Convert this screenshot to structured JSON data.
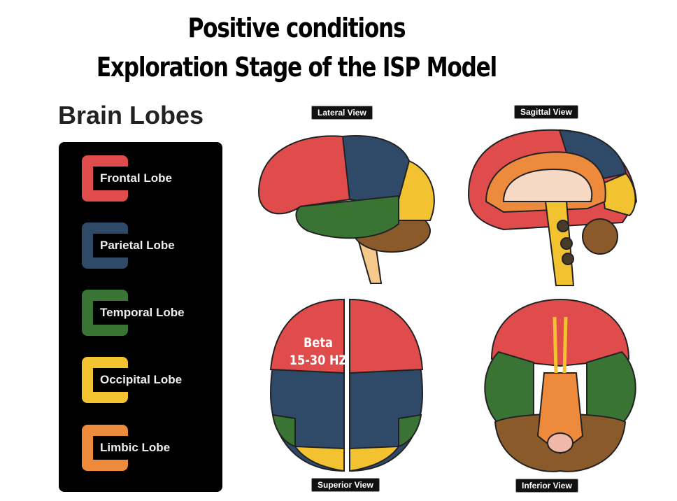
{
  "title": {
    "line1": "Positive conditions",
    "line2": "Exploration Stage of the ISP Model"
  },
  "legend": {
    "heading": "Brain Lobes",
    "items": [
      {
        "label": "Frontal Lobe",
        "color": "#e04b4b"
      },
      {
        "label": "Parietal Lobe",
        "color": "#2f4a68"
      },
      {
        "label": "Temporal Lobe",
        "color": "#3a7435"
      },
      {
        "label": "Occipital Lobe",
        "color": "#f2c231"
      },
      {
        "label": "Limbic Lobe",
        "color": "#ee8a3c"
      }
    ]
  },
  "views": {
    "lateral": "Lateral View",
    "sagittal": "Sagittal View",
    "superior": "Superior View",
    "inferior": "Inferior View"
  },
  "annotation": {
    "line1": "Beta",
    "line2": "15-30 HZ"
  }
}
